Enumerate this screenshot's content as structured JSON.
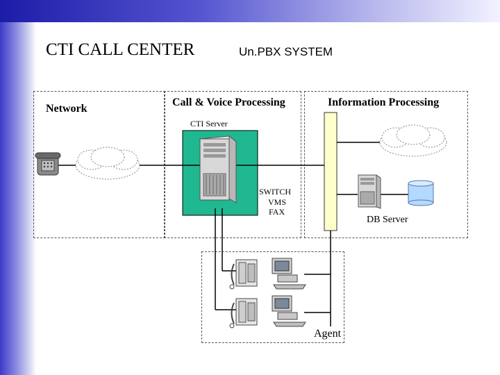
{
  "header": {
    "title": "CTI  CALL CENTER",
    "subtitle": "Un.PBX  SYSTEM"
  },
  "sections": {
    "network": "Network",
    "call_voice": "Call & Voice Processing",
    "information": "Information Processing"
  },
  "labels": {
    "cti_server": "CTI Server",
    "switch": "SWITCH",
    "vms": "VMS",
    "fax": "FAX",
    "db_server": "DB Server",
    "agent": "Agent"
  },
  "colors": {
    "cti_panel": "#1fb891",
    "bus": "#ffffcc",
    "db": "#b3d9ff"
  },
  "icons": [
    "telephone-icon",
    "cloud-icon",
    "server-icon",
    "database-icon",
    "desk-phone-icon",
    "computer-icon"
  ]
}
